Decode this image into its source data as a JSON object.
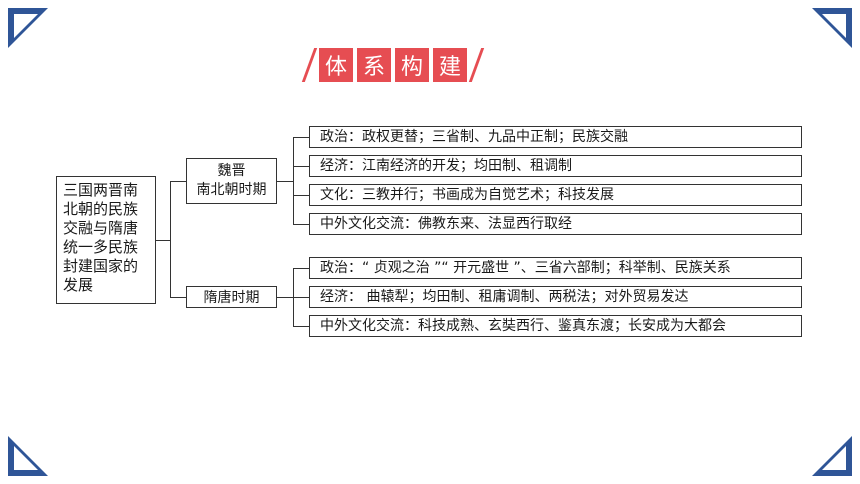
{
  "title": [
    "体",
    "系",
    "构",
    "建"
  ],
  "root": {
    "label": "三国两晋南北朝的民族交融与隋唐统一多民族封建国家的发展"
  },
  "branches": [
    {
      "label_line1": "魏晋",
      "label_line2": "南北朝时期",
      "items": [
        "政治：政权更替；三省制、九品中正制；民族交融",
        "经济：江南经济的开发；均田制、租调制",
        "文化：三教并行；书画成为自觉艺术；科技发展",
        "中外文化交流：佛教东来、法显西行取经"
      ]
    },
    {
      "label": "隋唐时期",
      "items": [
        "政治：“ 贞观之治 ”“ 开元盛世 ”、三省六部制；科举制、民族关系",
        "经济： 曲辕犁；均田制、租庸调制、两税法；对外贸易发达",
        "中外文化交流：科技成熟、玄奘西行、鉴真东渡；长安成为大都会"
      ]
    }
  ],
  "colors": {
    "corner": "#2f5597",
    "title_bg": "#e64d52"
  }
}
